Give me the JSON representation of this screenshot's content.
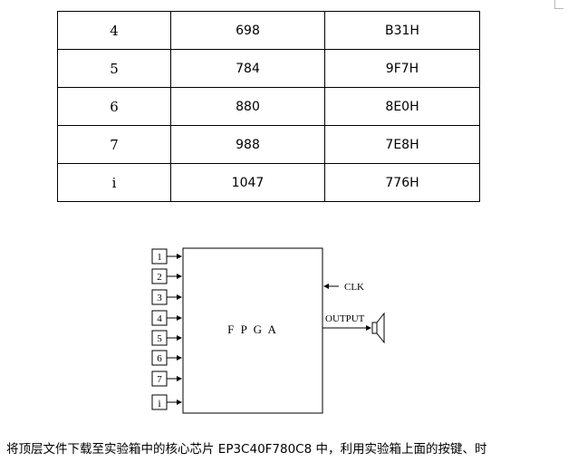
{
  "table": {
    "rows": [
      [
        "4",
        "698",
        "B31H"
      ],
      [
        "5",
        "784",
        "9F7H"
      ],
      [
        "6",
        "880",
        "8E0H"
      ],
      [
        "7",
        "988",
        "7E8H"
      ],
      [
        "i",
        "1047",
        "776H"
      ]
    ]
  },
  "diagram": {
    "inputs": [
      "1",
      "2",
      "3",
      "4",
      "5",
      "6",
      "7",
      "i"
    ],
    "chip_label": "F P G A",
    "clk_label": "CLK",
    "output_label": "OUTPUT"
  },
  "caption": "将顶层文件下载至实验箱中的核心芯片 EP3C40F780C8 中，利用实验箱上面的按键、时"
}
